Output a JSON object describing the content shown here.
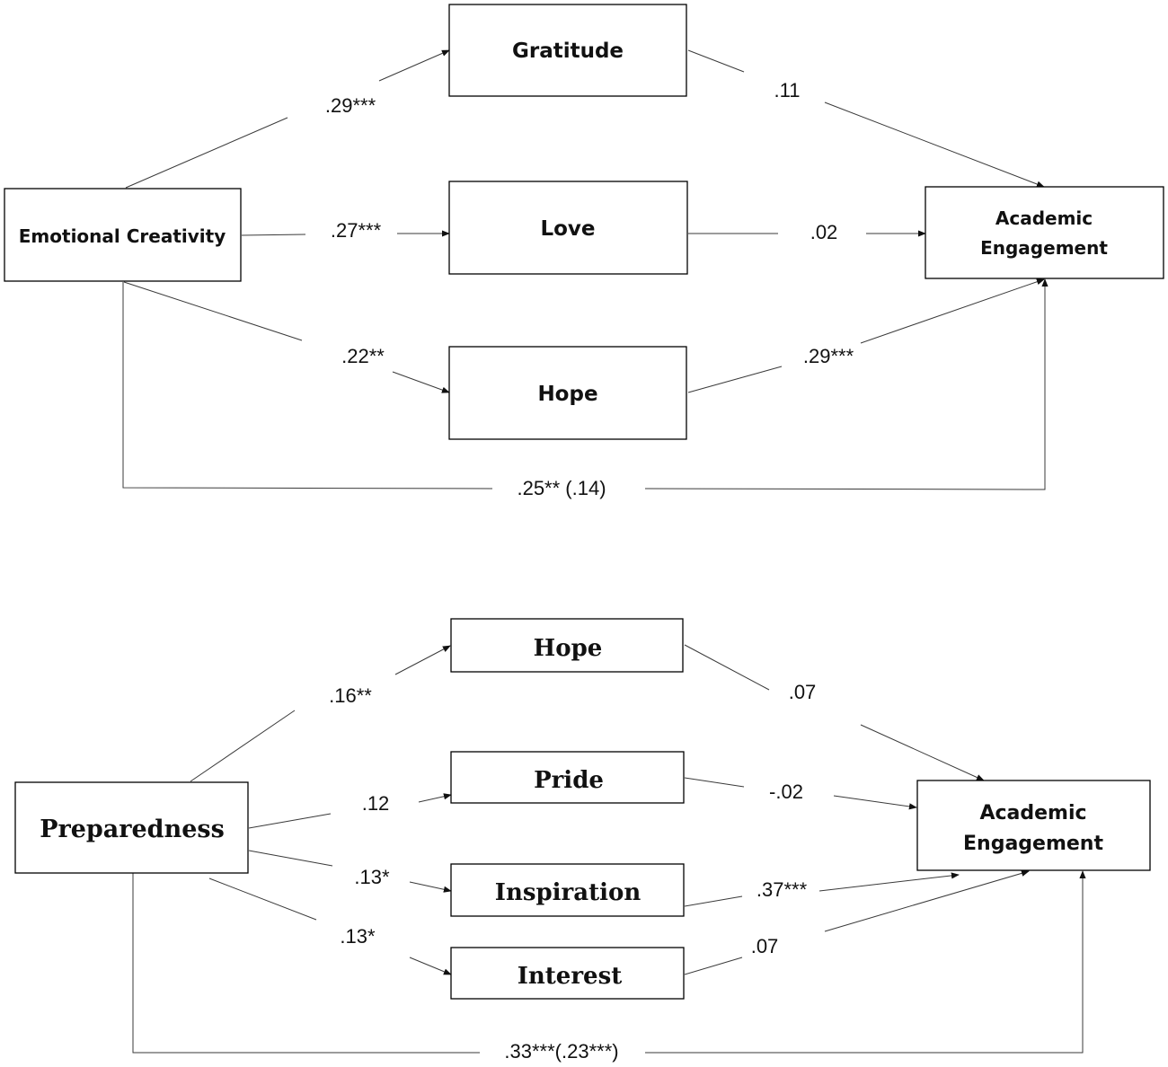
{
  "top_model": {
    "predictor": "Emotional Creativity",
    "mediators": [
      "Gratitude",
      "Love",
      "Hope"
    ],
    "outcome": [
      "Academic",
      "Engagement"
    ],
    "paths_a": [
      ".29***",
      ".27***",
      ".22**"
    ],
    "paths_b": [
      ".11",
      ".02",
      ".29***"
    ],
    "total_effect": ".25** (.14)"
  },
  "bottom_model": {
    "predictor": "Preparedness",
    "mediators": [
      "Hope",
      "Pride",
      "Inspiration",
      "Interest"
    ],
    "outcome": [
      "Academic",
      "Engagement"
    ],
    "paths_a": [
      ".16**",
      ".12",
      ".13*",
      ".13*"
    ],
    "paths_b": [
      ".07",
      "-.02",
      ".37***",
      ".07"
    ],
    "total_effect": ".33***(.23***)"
  }
}
